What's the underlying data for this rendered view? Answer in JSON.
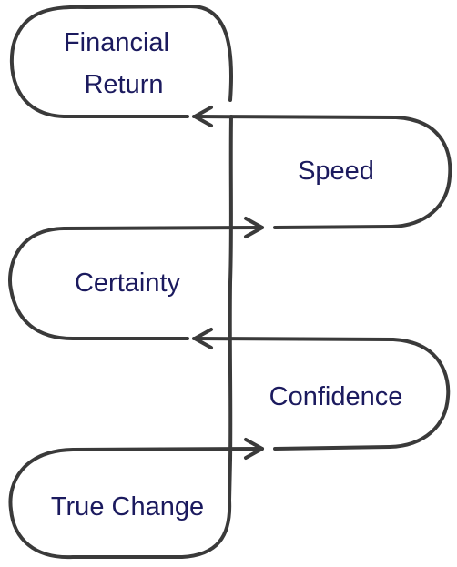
{
  "diagram": {
    "nodes": [
      {
        "id": "financial-return",
        "lines": [
          "Financial",
          "Return"
        ]
      },
      {
        "id": "speed",
        "lines": [
          "Speed"
        ]
      },
      {
        "id": "certainty",
        "lines": [
          "Certainty"
        ]
      },
      {
        "id": "confidence",
        "lines": [
          "Confidence"
        ]
      },
      {
        "id": "true-change",
        "lines": [
          "True Change"
        ]
      }
    ],
    "edges": [
      {
        "from": "true-change",
        "to": "confidence"
      },
      {
        "from": "confidence",
        "to": "certainty"
      },
      {
        "from": "certainty",
        "to": "speed"
      },
      {
        "from": "speed",
        "to": "financial-return"
      }
    ],
    "colors": {
      "stroke": "#3a3a3a",
      "text": "#1b1a5e",
      "background": "#ffffff"
    }
  }
}
